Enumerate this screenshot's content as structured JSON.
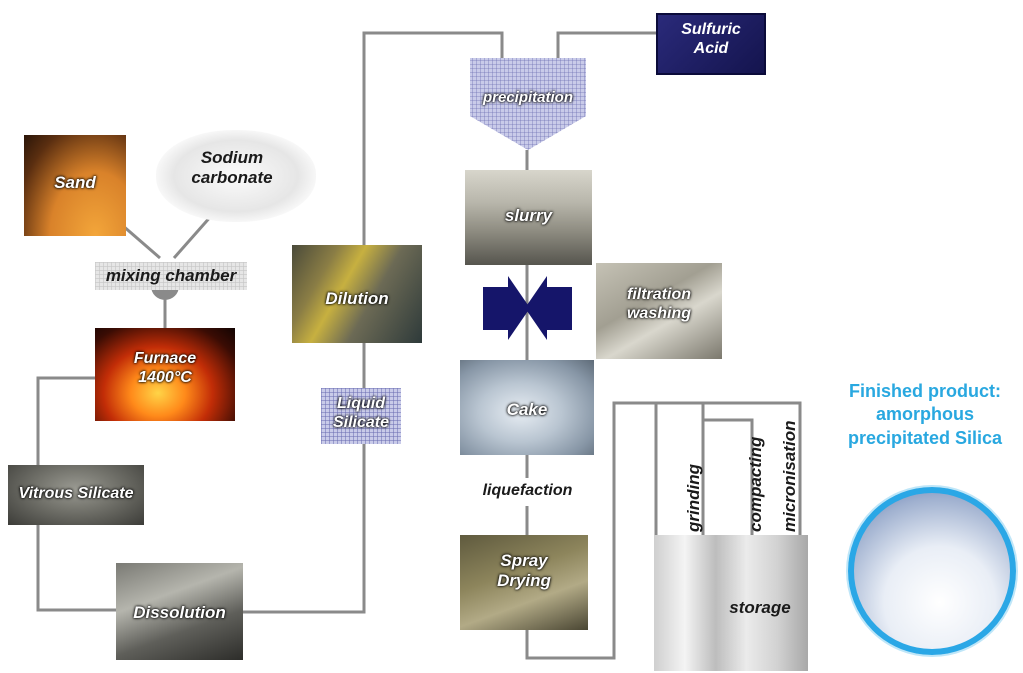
{
  "inputs": {
    "sand": "Sand",
    "sodium_carbonate": "Sodium\ncarbonate",
    "sulfuric_acid": "Sulfuric\nAcid"
  },
  "steps": {
    "mixing_chamber": "mixing chamber",
    "furnace": "Furnace\n1400°C",
    "vitrous_silicate": "Vitrous Silicate",
    "dissolution": "Dissolution",
    "dilution": "Dilution",
    "liquid_silicate": "Liquid\nSilicate",
    "precipitation": "precipitation",
    "slurry": "slurry",
    "filtration_washing": "filtration\nwashing",
    "cake": "Cake",
    "liquefaction": "liquefaction",
    "spray_drying": "Spray\nDrying",
    "storage": "storage"
  },
  "branches": {
    "grinding": "grinding",
    "compacting": "compacting",
    "micronisation": "micronisation"
  },
  "product": {
    "caption": "Finished product:\namorphous\nprecipitated Silica"
  },
  "colors": {
    "line": "#8a8a8a",
    "navy": "#1a1a66",
    "arrow": "#15156a",
    "product_text": "#29a8e0",
    "mesh": "#c9cbe9"
  }
}
